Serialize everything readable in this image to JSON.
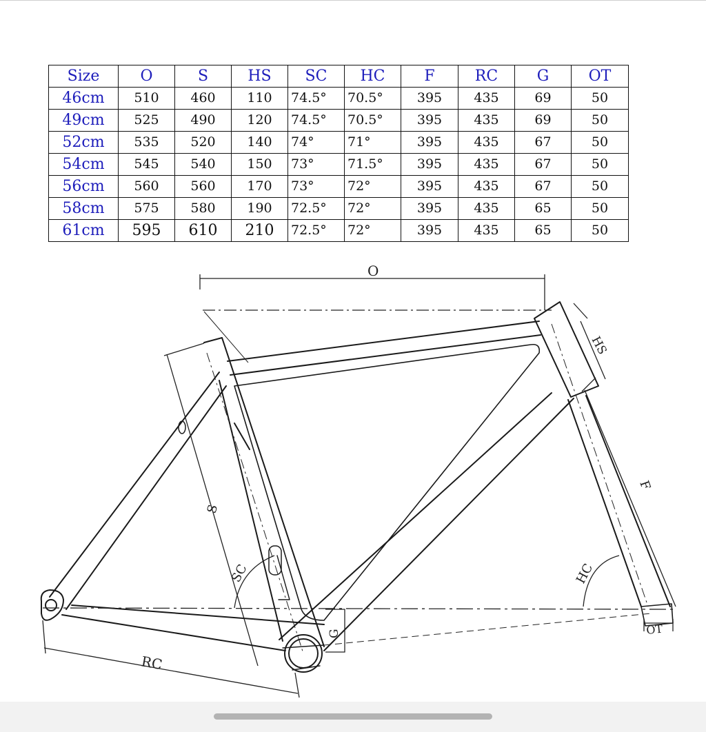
{
  "table": {
    "headers": [
      "Size",
      "O",
      "S",
      "HS",
      "SC",
      "HC",
      "F",
      "RC",
      "G",
      "OT"
    ],
    "rows": [
      [
        "46cm",
        "510",
        "460",
        "110",
        "74.5°",
        "70.5°",
        "395",
        "435",
        "69",
        "50"
      ],
      [
        "49cm",
        "525",
        "490",
        "120",
        "74.5°",
        "70.5°",
        "395",
        "435",
        "69",
        "50"
      ],
      [
        "52cm",
        "535",
        "520",
        "140",
        "74°",
        "71°",
        "395",
        "435",
        "67",
        "50"
      ],
      [
        "54cm",
        "545",
        "540",
        "150",
        "73°",
        "71.5°",
        "395",
        "435",
        "67",
        "50"
      ],
      [
        "56cm",
        "560",
        "560",
        "170",
        "73°",
        "72°",
        "395",
        "435",
        "67",
        "50"
      ],
      [
        "58cm",
        "575",
        "580",
        "190",
        "72.5°",
        "72°",
        "395",
        "435",
        "65",
        "50"
      ],
      [
        "61cm",
        "595",
        "610",
        "210",
        "72.5°",
        "72°",
        "395",
        "435",
        "65",
        "50"
      ]
    ]
  },
  "diagram": {
    "labels": {
      "o": "O",
      "hs": "HS",
      "f": "F",
      "s": "S",
      "sc": "SC",
      "hc": "HC",
      "g": "G",
      "rc": "RC",
      "ot": "OT"
    }
  }
}
